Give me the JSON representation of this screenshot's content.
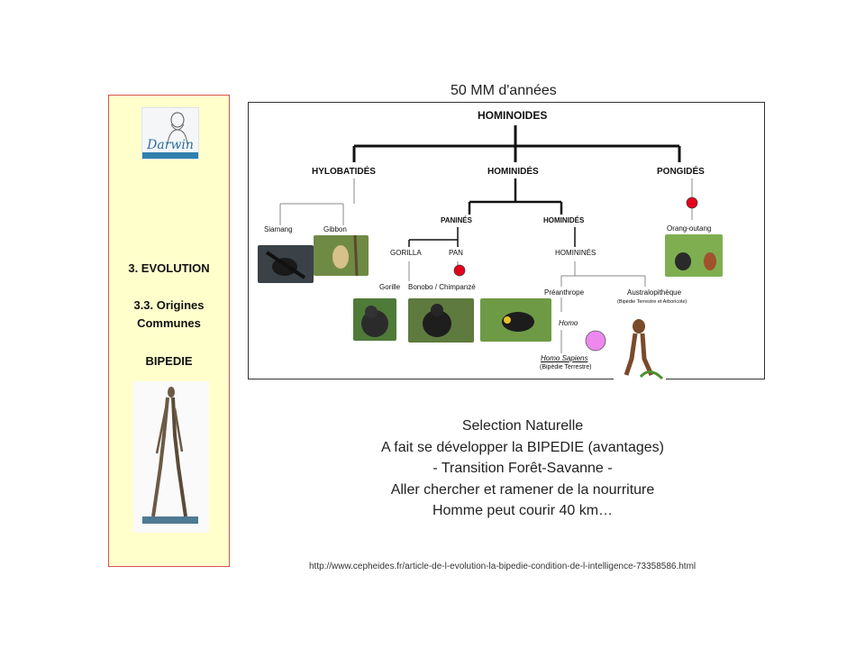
{
  "sidebar": {
    "logo_text": "Darwin",
    "section_title": "3. EVOLUTION",
    "subsection_line1": "3.3. Origines",
    "subsection_line2": "Communes",
    "topic": "BIPEDIE",
    "statue_image": "walking-man-sculpture"
  },
  "diagram": {
    "header": "50 MM d'années",
    "root": "HOMINOIDES",
    "families": {
      "hylobatides": "HYLOBATIDÉS",
      "hominides": "HOMINIDÉS",
      "pongides": "PONGIDÉS"
    },
    "subgroups": {
      "panines": "PANINÉS",
      "hominides_sub": "HOMINIDÉS"
    },
    "genera": {
      "siamang": "Siamang",
      "gibbon": "Gibbon",
      "gorilla": "GORILLA",
      "pan": "PAN",
      "hominines": "HOMININÉS",
      "orang": "Orang-outang"
    },
    "species": {
      "gorille": "Gorille",
      "bonobo": "Bonobo / Chimpanzé",
      "preanthrope": "Préanthrope",
      "australopitheque": "Australopithèque",
      "australopitheque_note": "(Bipèdie Terrestre et Arboricole)",
      "homo": "Homo",
      "homo_sapiens": "Homo Sapiens",
      "homo_sapiens_note": "(Bipèdie Terrestre)"
    },
    "colors": {
      "red_marker": "#e3001b",
      "pink_marker": "#ee88ee"
    }
  },
  "caption": {
    "line1": "Selection Naturelle",
    "line2": "A fait se développer la BIPEDIE (avantages)",
    "line3": "- Transition Forêt-Savanne -",
    "line4": "Aller chercher et ramener de la nourriture",
    "line5": "Homme peut courir 40 km…"
  },
  "source_url": "http://www.cepheides.fr/article-de-l-evolution-la-bipedie-condition-de-l-intelligence-73358586.html"
}
